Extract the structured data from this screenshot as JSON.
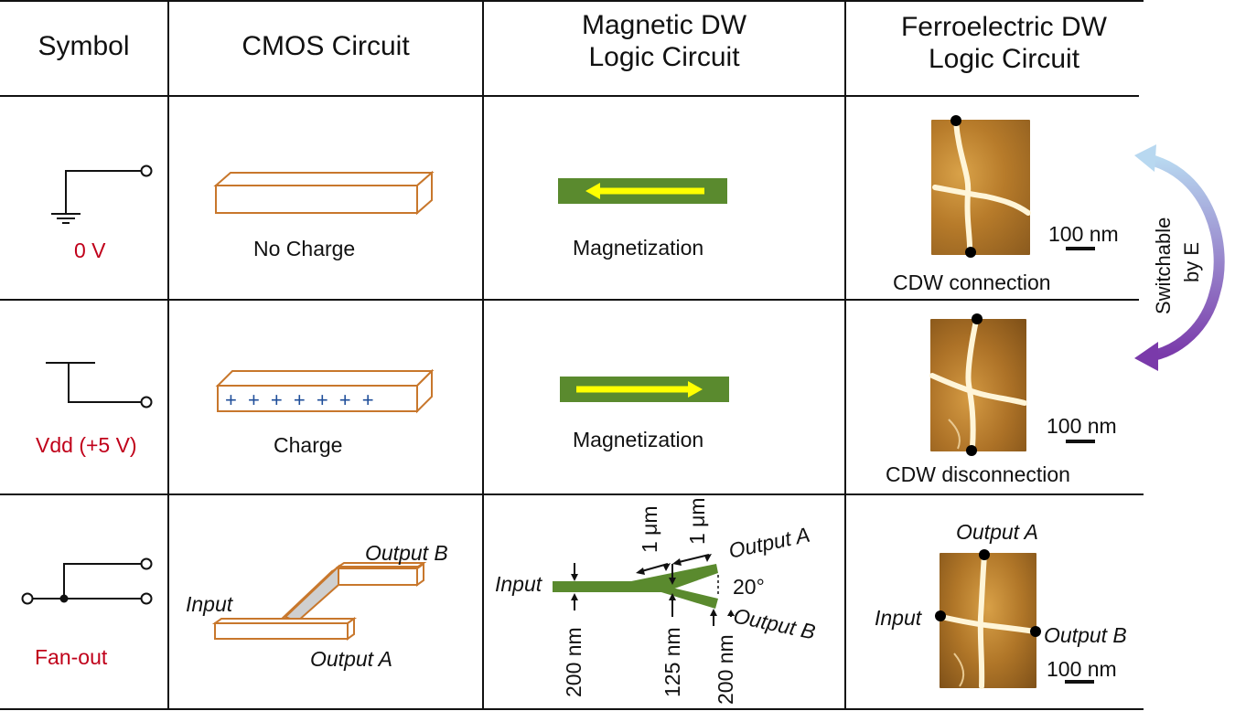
{
  "headers": {
    "symbol": "Symbol",
    "cmos": "CMOS Circuit",
    "magnetic_line1": "Magnetic DW",
    "magnetic_line2": "Logic Circuit",
    "ferro_line1": "Ferroelectric DW",
    "ferro_line2": "Logic Circuit"
  },
  "rows": {
    "zero": {
      "symbol_label": "0 V",
      "cmos_label": "No Charge",
      "magnetic_label": "Magnetization",
      "ferro_label": "CDW connection",
      "scale": "100 nm"
    },
    "vdd": {
      "symbol_label": "Vdd (+5 V)",
      "cmos_label": "Charge",
      "charge_signs": "+ + + + + + +",
      "magnetic_label": "Magnetization",
      "ferro_label": "CDW disconnection",
      "scale": "100 nm"
    },
    "fanout": {
      "symbol_label": "Fan-out",
      "cmos_input": "Input",
      "cmos_output_a": "Output A",
      "cmos_output_b": "Output B",
      "mag_input": "Input",
      "mag_output_a": "Output A",
      "mag_output_b": "Output B",
      "dim_1um_a": "1 μm",
      "dim_1um_b": "1 μm",
      "dim_angle": "20°",
      "dim_200nm_in": "200 nm",
      "dim_125nm": "125 nm",
      "dim_200nm_out": "200 nm",
      "ferro_output_a": "Output A",
      "ferro_input": "Input",
      "ferro_output_b": "Output B",
      "scale": "100 nm"
    }
  },
  "switch": {
    "line1": "Switchable",
    "line2": "by E"
  },
  "colors": {
    "wire_orange": "#c8772c",
    "nanowire_green": "#5a8a2e",
    "arrow_yellow": "#ffff00",
    "symbol_red": "#c0001a",
    "switch_gradient_top": "#b8d8f0",
    "switch_gradient_bottom": "#7a3aaa"
  }
}
